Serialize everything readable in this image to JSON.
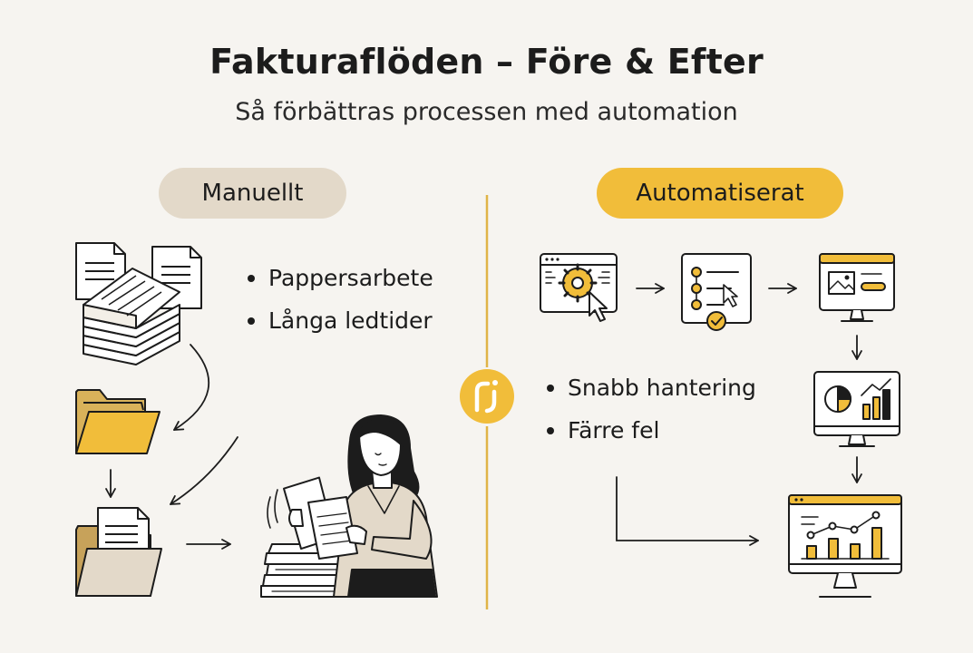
{
  "header": {
    "title": "Fakturaflöden – Före & Efter",
    "subtitle": "Så förbättras processen med automation"
  },
  "manual": {
    "label": "Manuellt",
    "bullets": [
      "Pappersarbete",
      "Långa ledtider"
    ]
  },
  "automated": {
    "label": "Automatiserat",
    "bullets": [
      "Snabb hantering",
      "Färre fel"
    ]
  },
  "colors": {
    "background": "#f6f4f0",
    "accent": "#f1bd3a",
    "manual_pill": "#e3d9c9",
    "line": "#1c1c1c"
  },
  "icons": [
    "paper-stack-icon",
    "folder-icon",
    "document-folder-icon",
    "woman-with-papers-illustration",
    "browser-gear-click-icon",
    "checklist-icon",
    "monitor-layout-icon",
    "monitor-charts-icon",
    "monitor-dashboard-icon",
    "center-logo-icon"
  ]
}
